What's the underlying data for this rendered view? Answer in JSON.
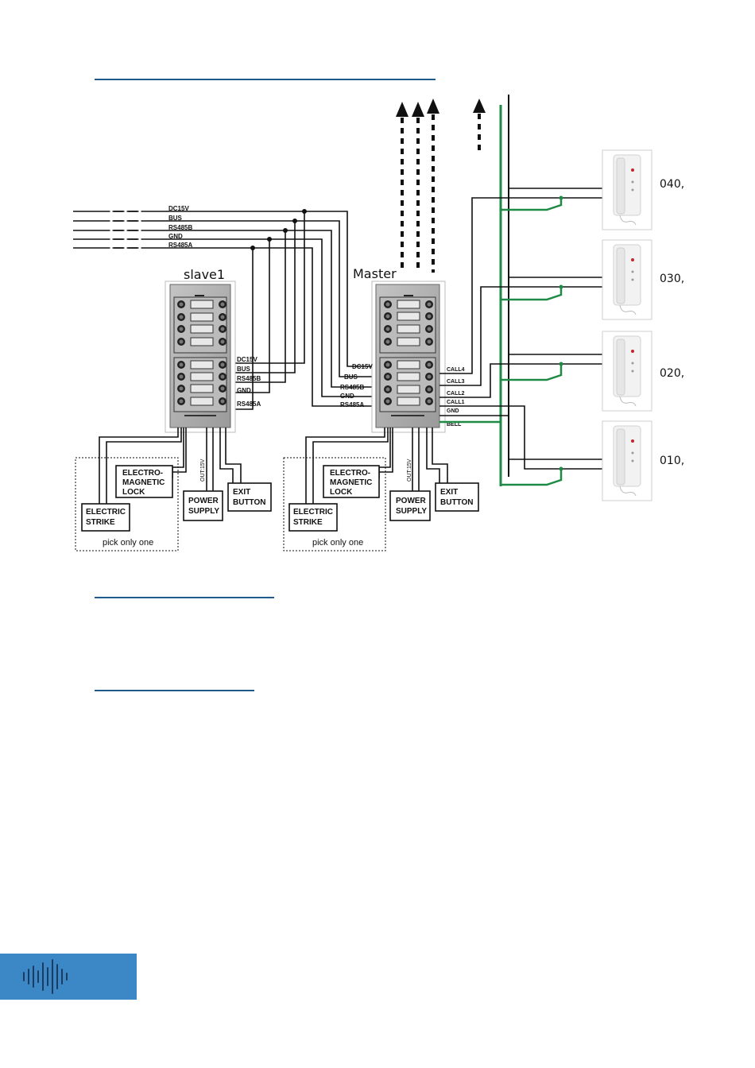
{
  "panels": {
    "slave": "slave1",
    "master": "Master"
  },
  "bus_labels": {
    "top": [
      "DC15V",
      "BUS",
      "RS485B",
      "GND",
      "RS485A"
    ],
    "slave_terminals": [
      "DC15V",
      "BUS",
      "RS485B",
      "GND",
      "RS485A"
    ],
    "master_terminals": [
      "DC15V",
      "BUS",
      "RS485B",
      "GND",
      "RS485A"
    ],
    "master_right": [
      "CALL4",
      "CALL3",
      "CALL2",
      "CALL1",
      "GND",
      "BELL"
    ]
  },
  "devices": {
    "electro_magnetic_lock": [
      "ELECTRO-",
      "MAGNETIC",
      "LOCK"
    ],
    "electric_strike": [
      "ELECTRIC",
      "STRIKE"
    ],
    "power_supply": [
      "POWER",
      "SUPPLY"
    ],
    "exit_button": [
      "EXIT",
      "BUTTON"
    ],
    "out_label": "OUT:15V",
    "pick_note": "pick only one"
  },
  "handsets": [
    "040,",
    "030,",
    "020,",
    "010,"
  ],
  "colors": {
    "accent_rule": "#1f5a8a",
    "green_wire": "#1e8a45",
    "footer_block": "#3c87c6",
    "panel_face": "#a9a9a9"
  },
  "icons": {
    "footer_logo": "sound-wave-icon"
  }
}
